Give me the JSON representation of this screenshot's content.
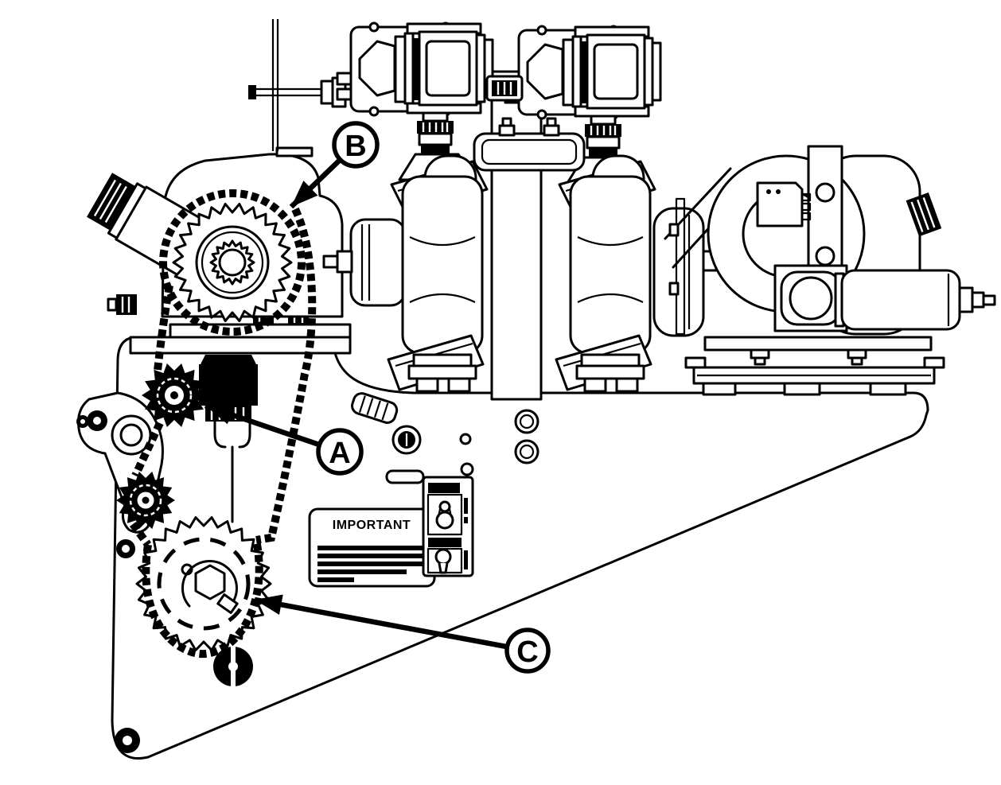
{
  "figure": {
    "colors": {
      "ink": "#000000",
      "paper": "#ffffff"
    }
  },
  "callouts": {
    "a": {
      "letter": "A"
    },
    "b": {
      "letter": "B"
    },
    "c": {
      "letter": "C"
    }
  },
  "labels": {
    "important": {
      "title": "IMPORTANT"
    }
  }
}
